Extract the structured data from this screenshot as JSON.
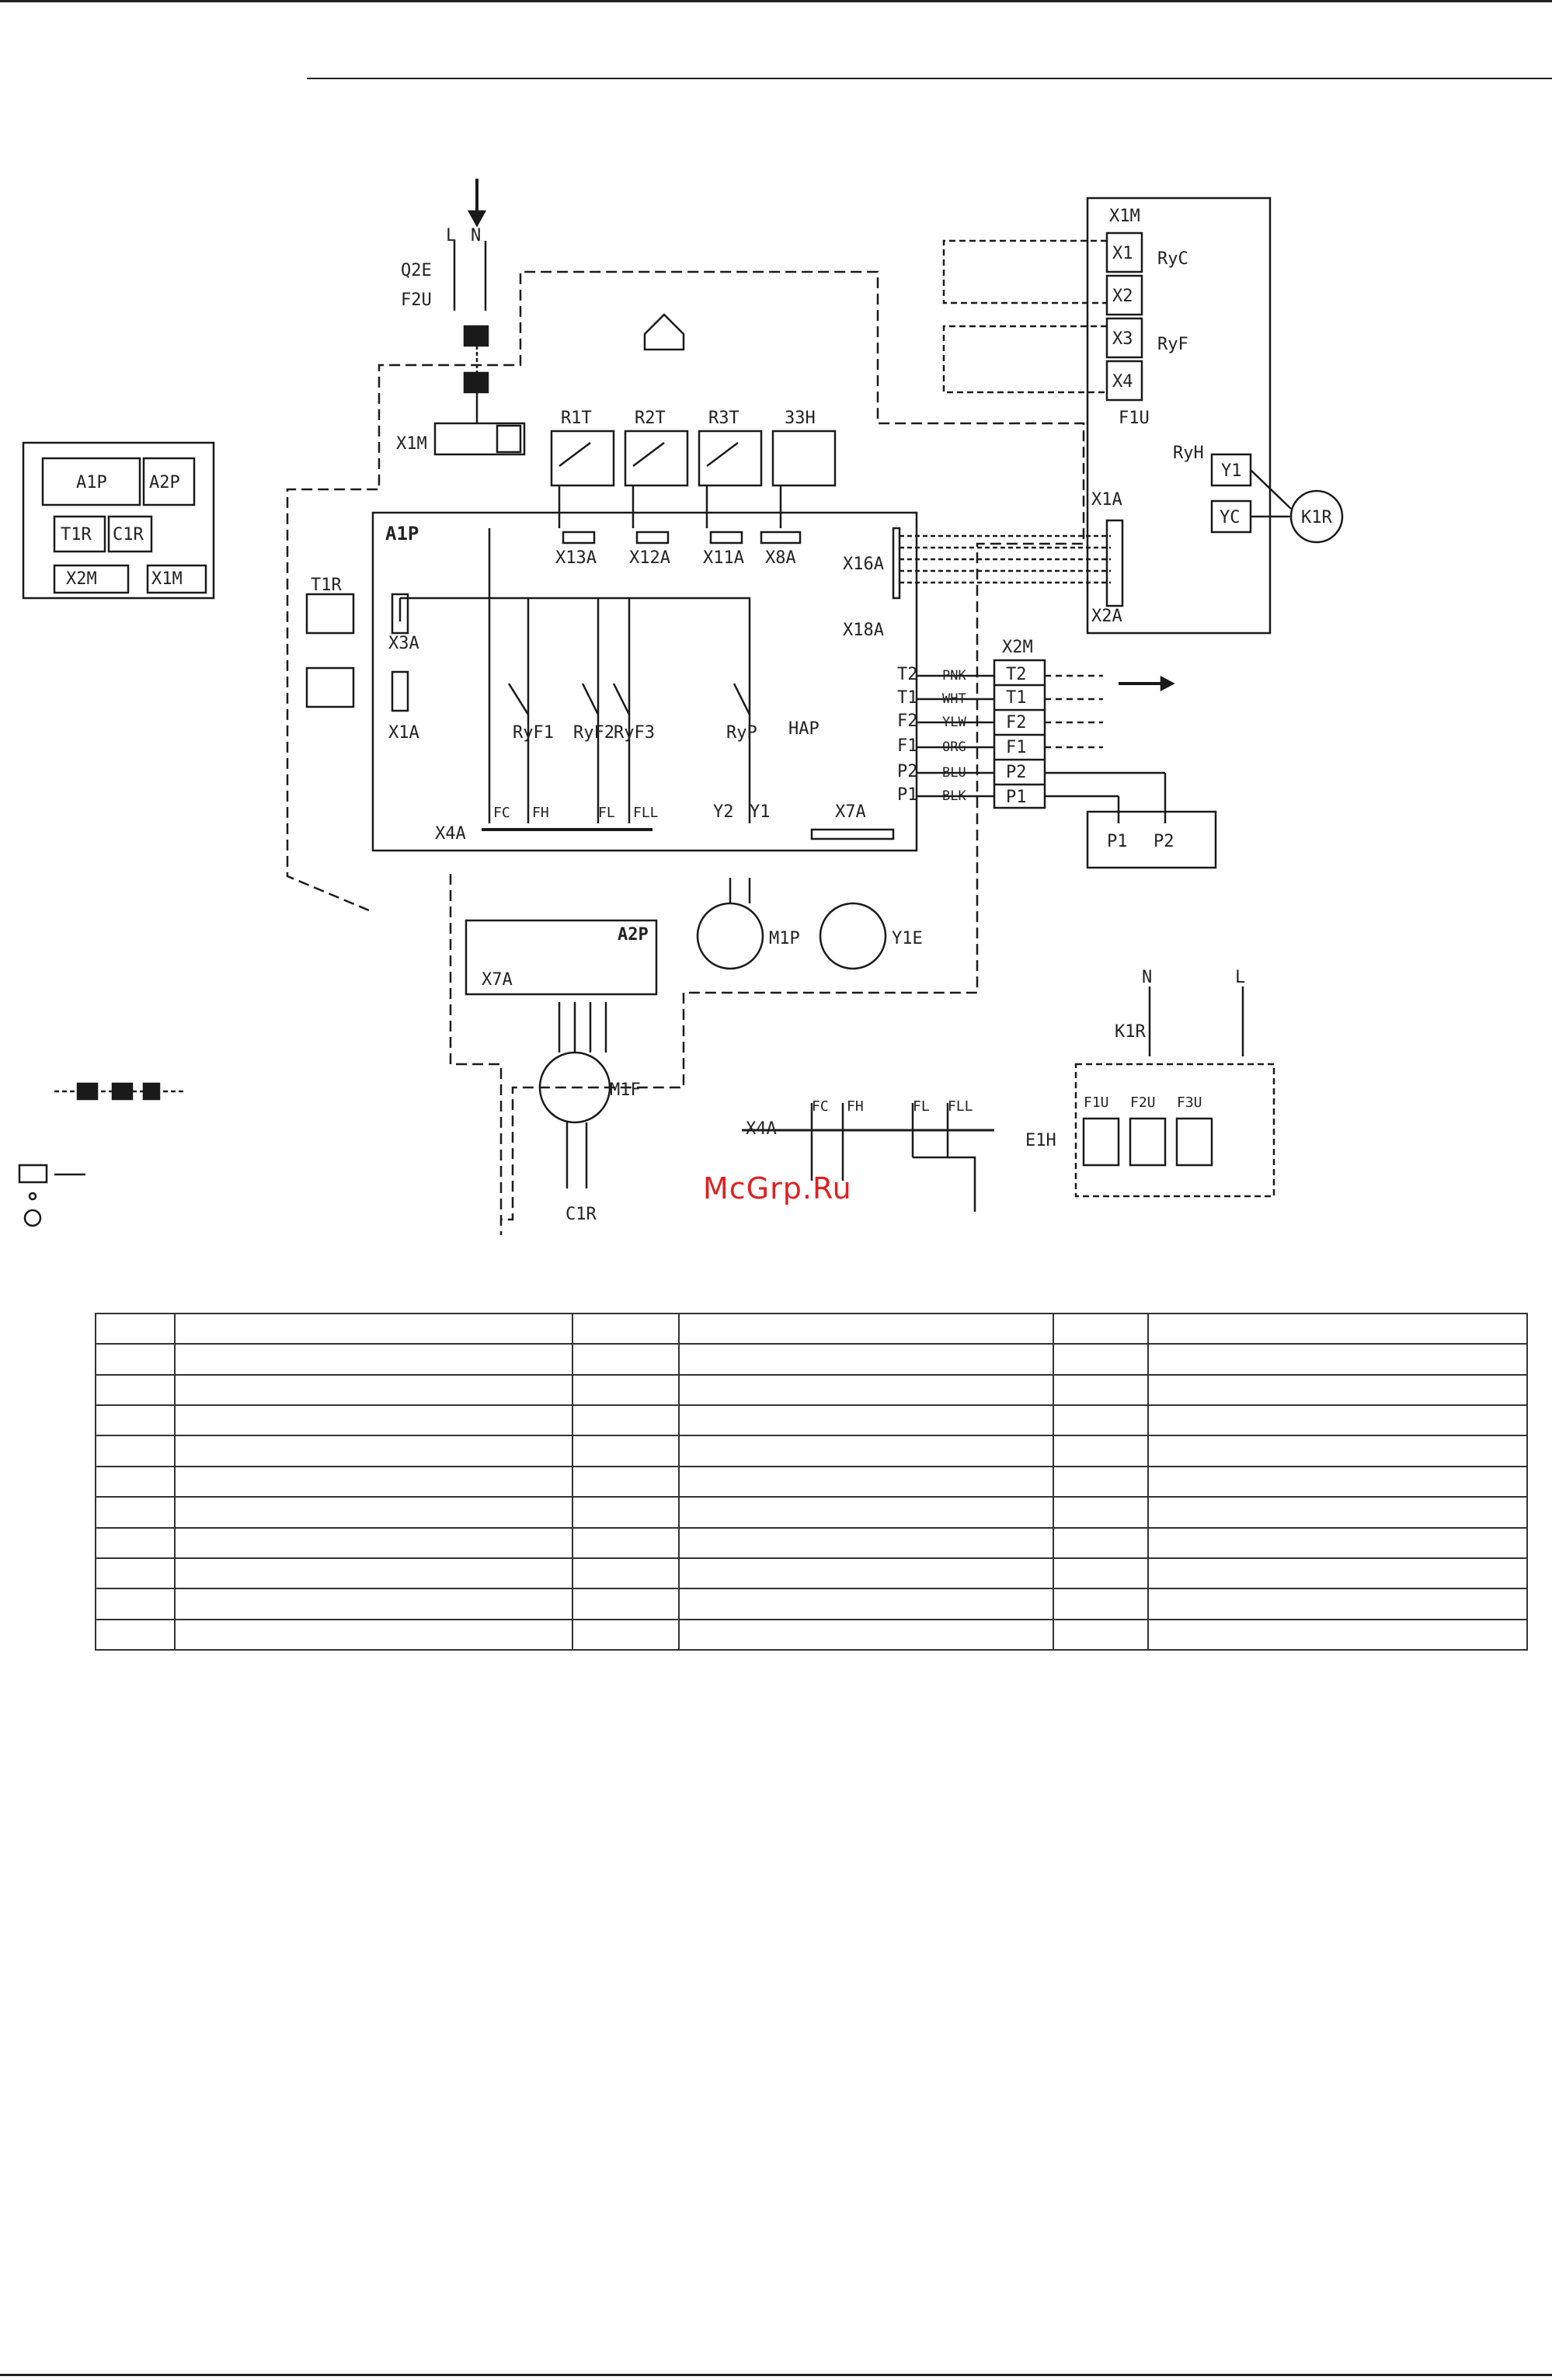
{
  "watermark": "McGrp.Ru",
  "labels": {
    "power": [
      "L",
      "N"
    ],
    "q2e": "Q2E",
    "f2u": "F2U",
    "x1m": "X1M",
    "a1p": "A1P",
    "t1r": "T1R",
    "x3a": "X3A",
    "x1a": "X1A",
    "x13a": "X13A",
    "x12a": "X12A",
    "x11a": "X11A",
    "x8a": "X8A",
    "r1t": "R1T",
    "r2t": "R2T",
    "r3t": "R3T",
    "s3h": "33H",
    "x16a": "X16A",
    "x18a": "X18A",
    "hap": "HAP",
    "x4a": "X4A",
    "x4a_pins": [
      "FC",
      "FH",
      "FL",
      "FLL"
    ],
    "x7a": "X7A",
    "y2": "Y2",
    "y1": "Y1",
    "m1p": "M1P",
    "y1e": "Y1E",
    "a2p": "A2P",
    "m1f": "M1F",
    "c1r": "C1R",
    "x2m": "X2M",
    "terminals_x2m": [
      "T2",
      "T1",
      "F2",
      "F1",
      "P2",
      "P1"
    ],
    "wire_colors": [
      "PNK",
      "WHT",
      "YLW",
      "ORG",
      "BLU",
      "BLK"
    ],
    "p1": "P1",
    "p2": "P2",
    "x1m_right": "X1M",
    "x1m_right_terms": [
      "X1",
      "X2",
      "X3",
      "X4"
    ],
    "ryc": "RyC",
    "ryf": "RyF",
    "f1u": "F1U",
    "ryh": "RyH",
    "x2a": "X2A",
    "y1t": "Y1",
    "yc": "YC",
    "k1r": "K1R",
    "relays": [
      "RyF1",
      "RyF2",
      "RyF3",
      "RyP"
    ],
    "heaters": [
      "F1U",
      "F2U",
      "F3U"
    ],
    "e1h": "E1H",
    "n_l": [
      "N",
      "L"
    ],
    "box_panel": [
      "A1P",
      "A2P",
      "T1R",
      "C1R",
      "X2M",
      "X1M"
    ],
    "fuse_f1u_left": "F1U"
  },
  "colors": {
    "line": "#1a1a1a",
    "dash": "#444444",
    "watermark": "#d22222"
  }
}
